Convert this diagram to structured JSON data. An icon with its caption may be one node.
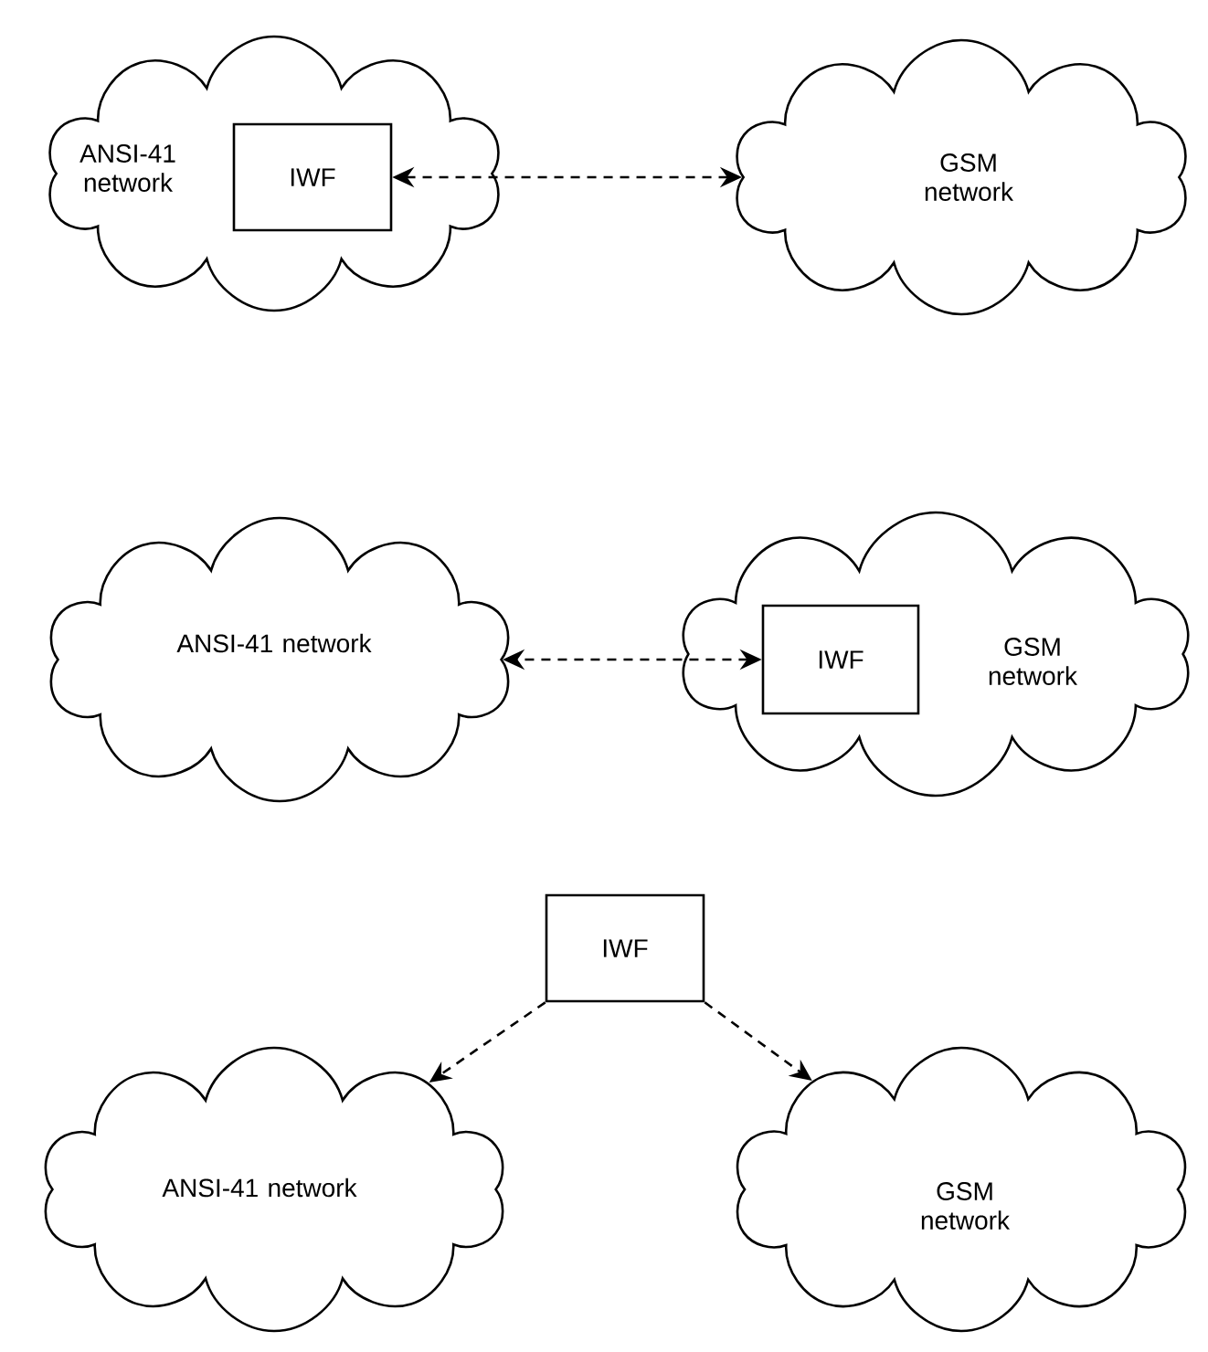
{
  "diagram": {
    "nodes": [
      {
        "text": [
          "ANSI-41 network"
        ]
      },
      {
        "text": [
          "IWF"
        ],
        "in": 0
      },
      {
        "text": [
          "GSM network"
        ]
      },
      {
        "text": [
          "ANSI-41 network"
        ]
      },
      {
        "text": [
          "GSM network"
        ]
      },
      {
        "text": [
          "IWF"
        ],
        "in": 4
      },
      {
        "text": [
          "IWF"
        ]
      },
      {
        "text": [
          "ANSI-41 network"
        ]
      },
      {
        "text": [
          "GSM network"
        ]
      }
    ],
    "edges": [
      {
        "from": 1,
        "to": 2,
        "arrow": "both",
        "style": "dashed"
      },
      {
        "from": 5,
        "to": 3,
        "arrow": "both",
        "style": "dashed"
      },
      {
        "from": 6,
        "to": 7,
        "arrow": "to",
        "style": "dashed"
      },
      {
        "from": 6,
        "to": 8,
        "arrow": "to",
        "style": "dashed"
      }
    ]
  }
}
